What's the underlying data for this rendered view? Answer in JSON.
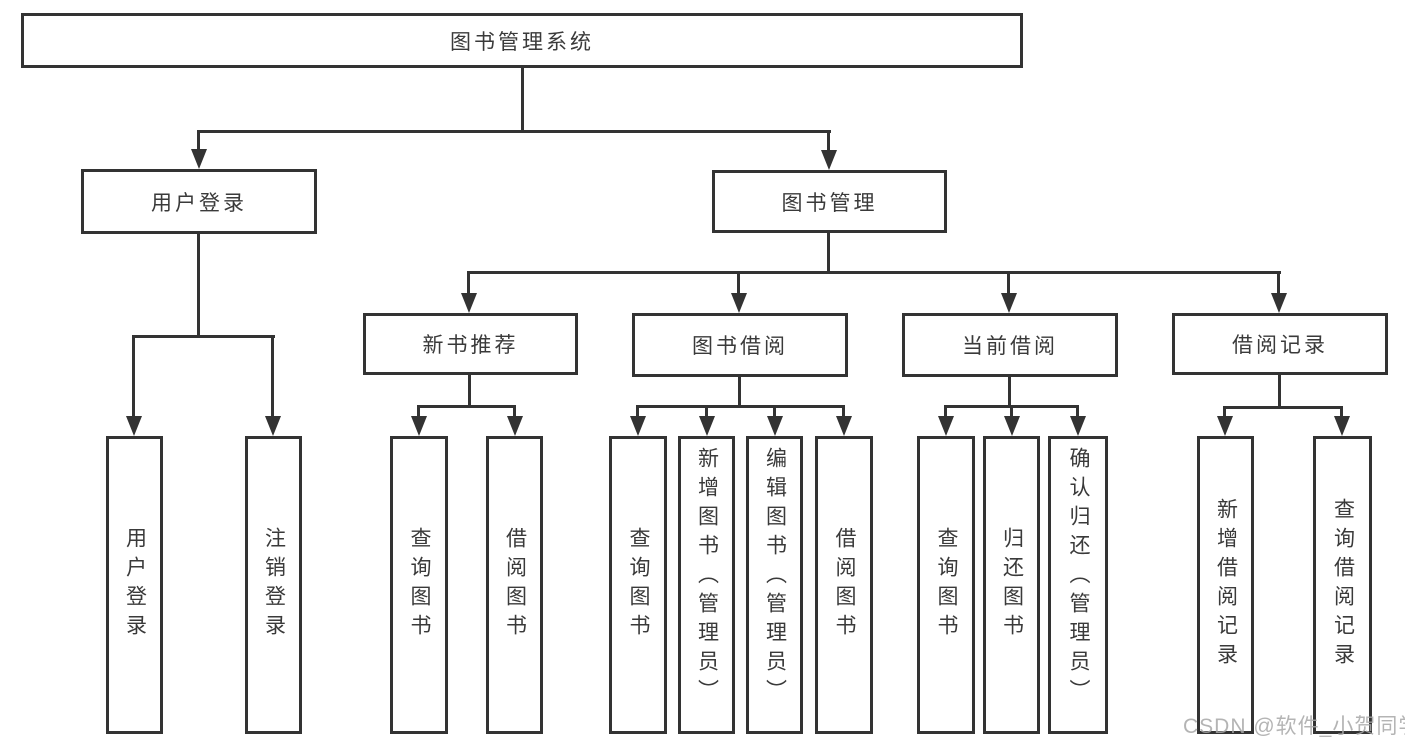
{
  "colors": {
    "line": "#333333",
    "text": "#3a3a3a",
    "background": "#ffffff",
    "watermark_gray": "#a8a8a8"
  },
  "watermark": {
    "label": "CSDN @软件_小贺同学"
  },
  "nodes": {
    "root": {
      "label": "图书管理系统"
    },
    "user_login": {
      "label": "用户登录"
    },
    "book_management": {
      "label": "图书管理"
    },
    "new_book_recommend": {
      "label": "新书推荐"
    },
    "book_borrowing": {
      "label": "图书借阅"
    },
    "current_borrowing": {
      "label": "当前借阅"
    },
    "borrowing_records": {
      "label": "借阅记录"
    },
    "leaf_user_login": {
      "label": "用户登录"
    },
    "leaf_logout": {
      "label": "注销登录"
    },
    "leaf_nb_query_books": {
      "label": "查询图书"
    },
    "leaf_nb_borrow_books": {
      "label": "借阅图书"
    },
    "leaf_bb_query_books": {
      "label": "查询图书"
    },
    "leaf_bb_add_books": {
      "label": "新增图书（管理员）"
    },
    "leaf_bb_edit_books": {
      "label": "编辑图书（管理员）"
    },
    "leaf_bb_borrow_books": {
      "label": "借阅图书"
    },
    "leaf_cb_query_books": {
      "label": "查询图书"
    },
    "leaf_cb_return_books": {
      "label": "归还图书"
    },
    "leaf_cb_confirm_return": {
      "label": "确认归还（管理员）"
    },
    "leaf_br_add_record": {
      "label": "新增借阅记录"
    },
    "leaf_br_query_record": {
      "label": "查询借阅记录"
    }
  }
}
